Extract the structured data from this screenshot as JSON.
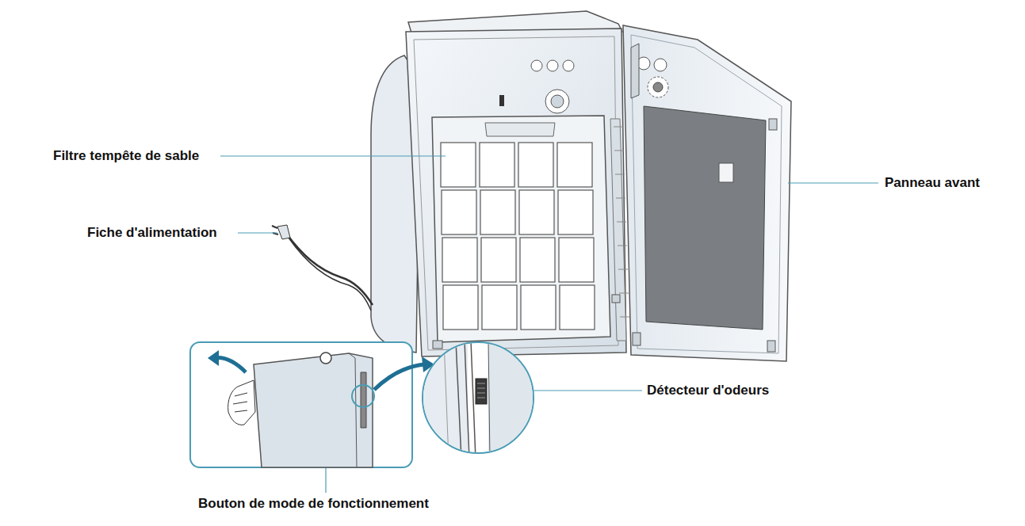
{
  "diagram": {
    "labels": [
      "Filtre tempête de sable",
      "Fiche d'alimentation",
      "Panneau avant",
      "Détecteur d'odeurs",
      "Bouton de mode de fonctionnement"
    ]
  }
}
